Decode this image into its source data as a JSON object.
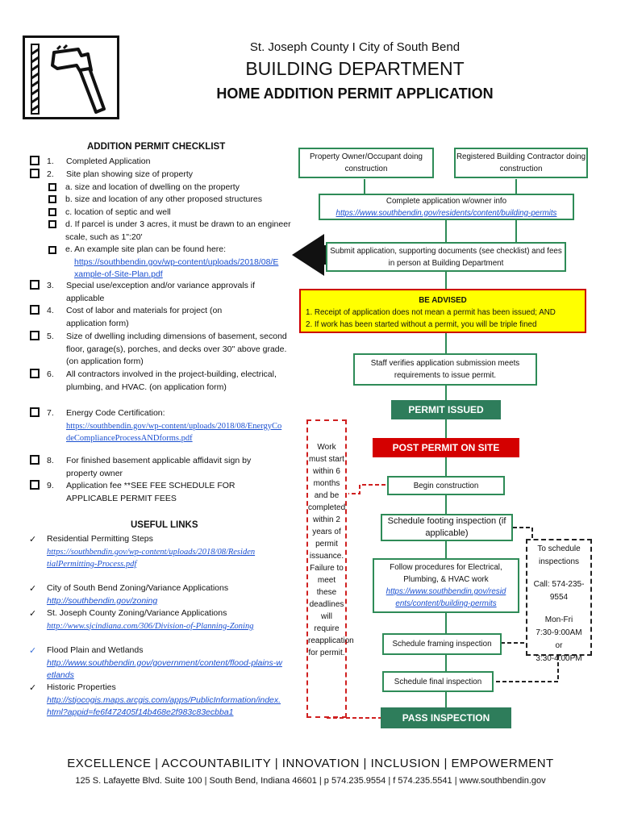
{
  "header": {
    "county": "St. Joseph County I City of South Bend",
    "department": "BUILDING DEPARTMENT",
    "title": "HOME ADDITION PERMIT APPLICATION"
  },
  "checklist": {
    "title": "ADDITION PERMIT CHECKLIST",
    "items": [
      {
        "num": "1.",
        "text": "Completed Application"
      },
      {
        "num": "2.",
        "text": "Site plan showing size of property"
      },
      {
        "num": "3.",
        "text": "Special use/exception and/or variance approvals if applicable"
      },
      {
        "num": "4.",
        "text": "Cost of labor and materials for project (on application form)"
      },
      {
        "num": "5.",
        "text": "Size of dwelling including dimensions of basement, second floor, garage(s), porches, and decks over 30\" above grade. (on application form)"
      },
      {
        "num": "6.",
        "text": "All contractors involved in the project-building, electrical, plumbing, and HVAC. (on application form)"
      },
      {
        "num": "7.",
        "text": "Energy Code Certification:",
        "link": "https://southbendin.gov/wp-content/uploads/2018/08/EnergyCodeComplianceProcessANDforms.pdf"
      },
      {
        "num": "8.",
        "text": "For finished basement applicable affidavit sign by property owner"
      },
      {
        "num": "9.",
        "text": "Application fee **SEE FEE SCHEDULE FOR APPLICABLE PERMIT FEES"
      }
    ],
    "sub_items": [
      "a. size and location of dwelling on the property",
      "b. size and location of any other proposed structures",
      "c. location of septic and well",
      "d. If parcel is under 3 acres, it must be drawn to an engineer scale, such as 1\":20'",
      "e. An example site plan can be found here:"
    ],
    "sub_link": "https://southbendin.gov/wp-content/uploads/2018/08/Example-of-Site-Plan.pdf"
  },
  "useful_links": {
    "title": "USEFUL LINKS",
    "items": [
      {
        "label": "Residential Permitting Steps",
        "url": "https://southbendin.gov/wp-content/uploads/2018/08/ResidentialPermitting-Process.pdf"
      },
      {
        "label": "City of South Bend Zoning/Variance Applications",
        "url": "http://southbendin.gov/zoning"
      },
      {
        "label": "St. Joseph County Zoning/Variance Applications",
        "url": "http://www.sjcindiana.com/306/Division-of-Planning-Zoning"
      },
      {
        "label": "Flood Plain and Wetlands",
        "url": "http://www.southbendin.gov/government/content/flood-plains-wetlands"
      },
      {
        "label": "Historic Properties",
        "url": "http://stjocogis.maps.arcgis.com/apps/PublicInformation/index.html?appid=fe6f472405f14b468e2f983c83ecbba1"
      }
    ]
  },
  "flow": {
    "owner": "Property Owner/Occupant doing construction",
    "contractor": "Registered Building Contractor doing construction",
    "complete_app": "Complete application w/owner info",
    "complete_app_link": "https://www.southbendin.gov/residents/content/building-permits",
    "submit": "Submit application, supporting documents (see checklist) and fees in person at Building Department",
    "advised_title": "BE ADVISED",
    "advised_1": "1. Receipt of application does not mean a permit has been issued; AND",
    "advised_2": "2. If work has been started without a permit, you will be triple fined",
    "staff": "Staff verifies application submission meets requirements to issue permit.",
    "permit_issued": "PERMIT ISSUED",
    "post_permit": "POST PERMIT ON SITE",
    "begin": "Begin construction",
    "footing": "Schedule footing inspection (if applicable)",
    "follow": "Follow procedures for Electrical, Plumbing, & HVAC work",
    "follow_link": "https://www.southbendin.gov/residents/content/building-permits",
    "framing": "Schedule framing inspection",
    "final": "Schedule final inspection",
    "pass": "PASS INSPECTION",
    "work_note": "Work must start within 6 months and be completed within 2 years of permit issuance. Failure to meet these deadlines will require reapplication for permit.",
    "schedule_note": {
      "title": "To schedule inspections",
      "call": "Call: 574-235-9554",
      "hours1": "Mon-Fri",
      "hours2": "7:30-9:00AM",
      "or": "or",
      "hours3": "3:30-4:00PM"
    }
  },
  "footer": {
    "values": "EXCELLENCE | ACCOUNTABILITY | INNOVATION | INCLUSION | EMPOWERMENT",
    "address": "125 S. Lafayette Blvd.  Suite 100 | South Bend, Indiana 46601 | p 574.235.9554 | f 574.235.5541 | www.southbendin.gov"
  }
}
